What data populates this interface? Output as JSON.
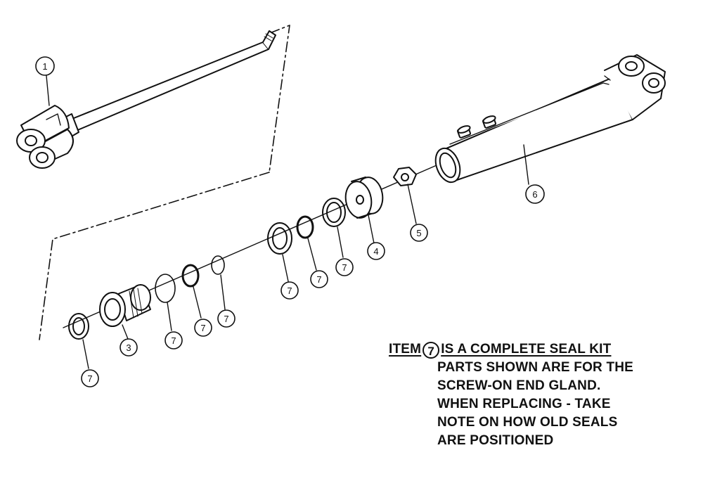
{
  "callouts": [
    {
      "id": "c1",
      "label": "1"
    },
    {
      "id": "c3",
      "label": "3"
    },
    {
      "id": "c4",
      "label": "4"
    },
    {
      "id": "c5",
      "label": "5"
    },
    {
      "id": "c6",
      "label": "6"
    },
    {
      "id": "c7a",
      "label": "7"
    },
    {
      "id": "c7b",
      "label": "7"
    },
    {
      "id": "c7c",
      "label": "7"
    },
    {
      "id": "c7d",
      "label": "7"
    },
    {
      "id": "c7e",
      "label": "7"
    },
    {
      "id": "c7f",
      "label": "7"
    },
    {
      "id": "c7g",
      "label": "7"
    }
  ],
  "note": {
    "item_prefix": "ITEM",
    "item_number": "7",
    "item_suffix": "IS A COMPLETE SEAL KIT",
    "lines": [
      "PARTS SHOWN ARE FOR THE",
      "SCREW-ON END GLAND.",
      "WHEN REPLACING - TAKE",
      "NOTE ON HOW OLD SEALS",
      "ARE POSITIONED"
    ]
  }
}
